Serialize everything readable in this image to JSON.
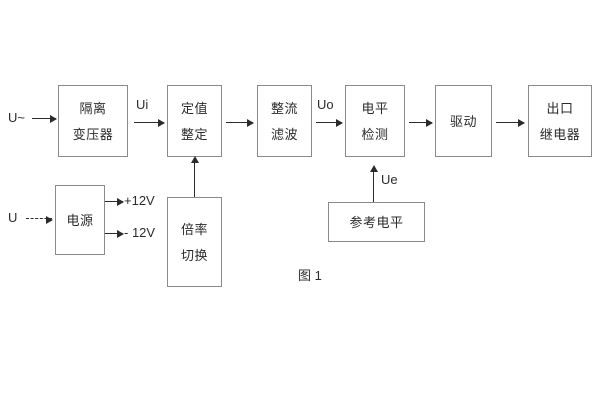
{
  "figure": {
    "caption": "图 1",
    "colors": {
      "background": "#ffffff",
      "box_border": "#8a8a8a",
      "text": "#2b2b2b",
      "arrow": "#2b2b2b"
    }
  },
  "blocks": [
    {
      "id": "isolation-transformer",
      "lines": [
        "隔离",
        "变压器"
      ]
    },
    {
      "id": "setting-value",
      "lines": [
        "定值",
        "整定"
      ]
    },
    {
      "id": "rectify-filter",
      "lines": [
        "整流",
        "滤波"
      ]
    },
    {
      "id": "level-detection",
      "lines": [
        "电平",
        "检测"
      ]
    },
    {
      "id": "drive",
      "lines": [
        "驱动"
      ]
    },
    {
      "id": "output-relay",
      "lines": [
        "出口",
        "继电器"
      ]
    },
    {
      "id": "power-supply",
      "lines": [
        "电源"
      ]
    },
    {
      "id": "multiplier-switch",
      "lines": [
        "倍率",
        "切换"
      ]
    },
    {
      "id": "reference-level",
      "lines": [
        "参考电平"
      ]
    }
  ],
  "signals": {
    "input_ac": "U~",
    "input_dc": "U",
    "ui": "Ui",
    "uo": "Uo",
    "ue": "Ue",
    "rail_positive": "+12V",
    "rail_negative": "- 12V"
  }
}
